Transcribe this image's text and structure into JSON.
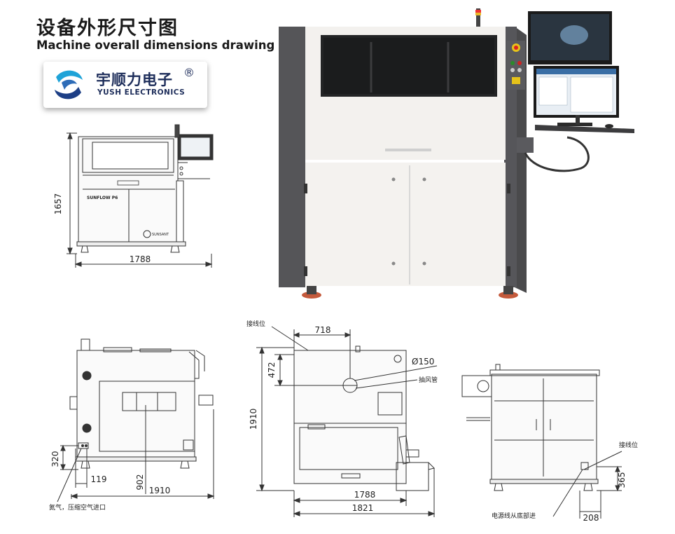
{
  "title_cn": "设备外形尺寸图",
  "title_en": "Machine overall dimensions drawing",
  "logo": {
    "name_cn": "宇顺力电子",
    "registered": "®",
    "name_en": "YUSH ELECTRONICS"
  },
  "front_view": {
    "height": "1657",
    "width": "1788",
    "label_brand": "SUNFLOW P6",
    "label_logo": "SUNSANT"
  },
  "side_view_left": {
    "dim_320": "320",
    "dim_119": "119",
    "dim_902": "902",
    "dim_1910": "1910",
    "note_gas": "氮气，压缩空气进口"
  },
  "side_view_middle": {
    "note_wiring": "接线位",
    "dim_718": "718",
    "dim_472": "472",
    "dim_dia": "Ø150",
    "note_duct": "抽风管",
    "dim_1910": "1910",
    "dim_1788": "1788",
    "dim_1821": "1821"
  },
  "rear_view": {
    "note_wiring": "接线位",
    "dim_365": "365",
    "dim_208": "208",
    "note_power": "电源线从底部进"
  }
}
